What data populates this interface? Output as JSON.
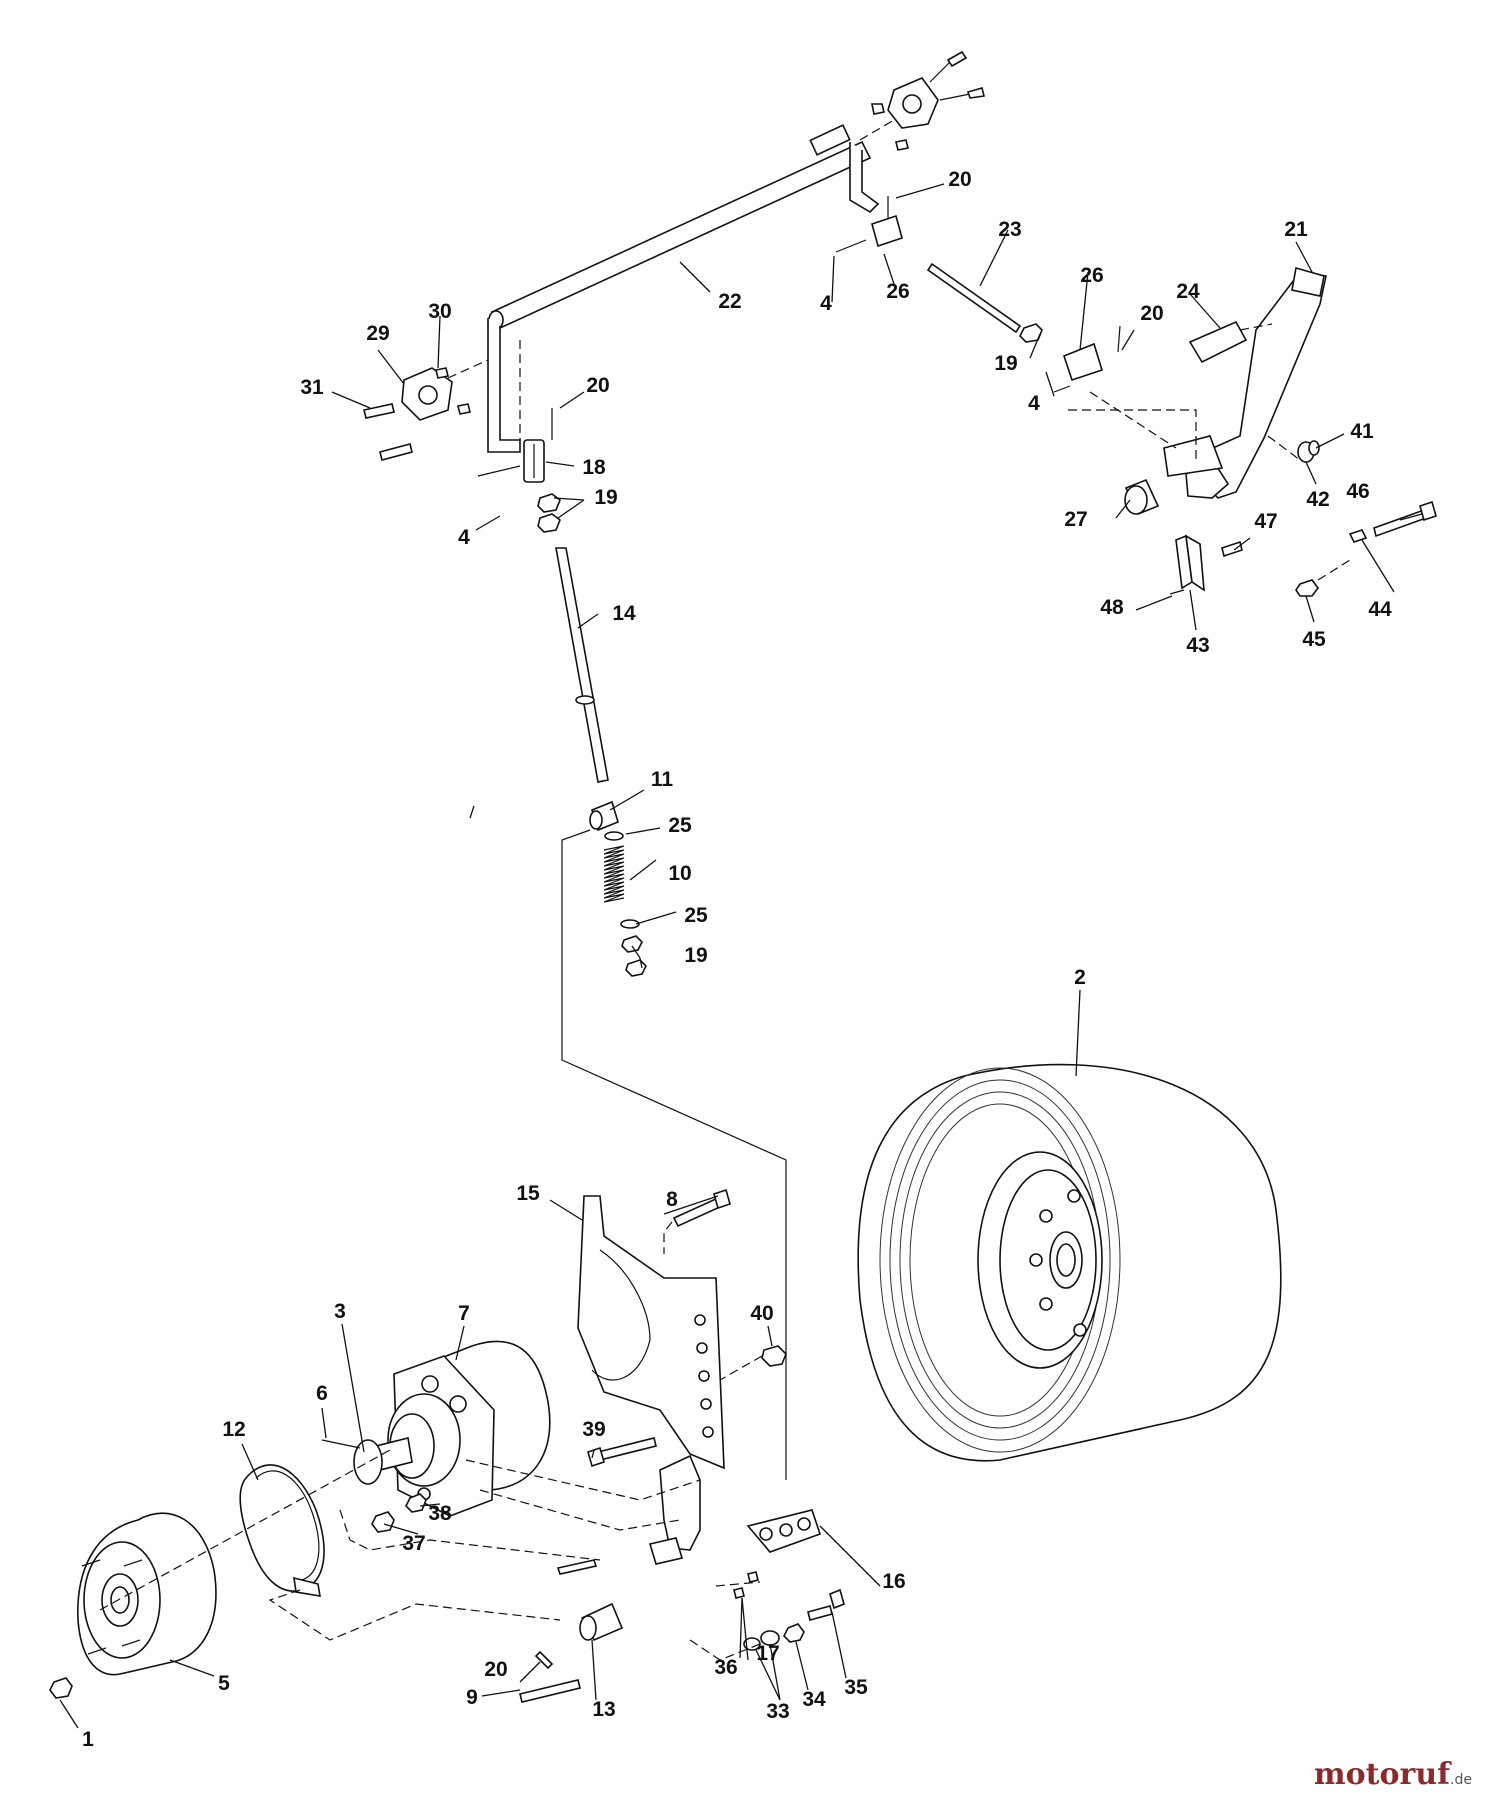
{
  "watermark": {
    "brand": "motoruf",
    "suffix": ".de"
  },
  "callouts": [
    {
      "id": "c1",
      "label": "1"
    },
    {
      "id": "c2",
      "label": "2"
    },
    {
      "id": "c3",
      "label": "3"
    },
    {
      "id": "c4a",
      "label": "4"
    },
    {
      "id": "c4b",
      "label": "4"
    },
    {
      "id": "c4c",
      "label": "4"
    },
    {
      "id": "c5",
      "label": "5"
    },
    {
      "id": "c6",
      "label": "6"
    },
    {
      "id": "c7",
      "label": "7"
    },
    {
      "id": "c8",
      "label": "8"
    },
    {
      "id": "c9",
      "label": "9"
    },
    {
      "id": "c10",
      "label": "10"
    },
    {
      "id": "c11",
      "label": "11"
    },
    {
      "id": "c12",
      "label": "12"
    },
    {
      "id": "c13",
      "label": "13"
    },
    {
      "id": "c14",
      "label": "14"
    },
    {
      "id": "c15",
      "label": "15"
    },
    {
      "id": "c16",
      "label": "16"
    },
    {
      "id": "c17",
      "label": "17"
    },
    {
      "id": "c18",
      "label": "18"
    },
    {
      "id": "c19a",
      "label": "19"
    },
    {
      "id": "c19b",
      "label": "19"
    },
    {
      "id": "c19c",
      "label": "19"
    },
    {
      "id": "c20a",
      "label": "20"
    },
    {
      "id": "c20b",
      "label": "20"
    },
    {
      "id": "c20c",
      "label": "20"
    },
    {
      "id": "c20d",
      "label": "20"
    },
    {
      "id": "c21",
      "label": "21"
    },
    {
      "id": "c22",
      "label": "22"
    },
    {
      "id": "c23",
      "label": "23"
    },
    {
      "id": "c24",
      "label": "24"
    },
    {
      "id": "c25a",
      "label": "25"
    },
    {
      "id": "c25b",
      "label": "25"
    },
    {
      "id": "c26a",
      "label": "26"
    },
    {
      "id": "c26b",
      "label": "26"
    },
    {
      "id": "c27",
      "label": "27"
    },
    {
      "id": "c29",
      "label": "29"
    },
    {
      "id": "c30",
      "label": "30"
    },
    {
      "id": "c31",
      "label": "31"
    },
    {
      "id": "c33",
      "label": "33"
    },
    {
      "id": "c34",
      "label": "34"
    },
    {
      "id": "c35",
      "label": "35"
    },
    {
      "id": "c36",
      "label": "36"
    },
    {
      "id": "c37",
      "label": "37"
    },
    {
      "id": "c38",
      "label": "38"
    },
    {
      "id": "c39",
      "label": "39"
    },
    {
      "id": "c40",
      "label": "40"
    },
    {
      "id": "c41",
      "label": "41"
    },
    {
      "id": "c42",
      "label": "42"
    },
    {
      "id": "c43",
      "label": "43"
    },
    {
      "id": "c44",
      "label": "44"
    },
    {
      "id": "c45",
      "label": "45"
    },
    {
      "id": "c46",
      "label": "46"
    },
    {
      "id": "c47",
      "label": "47"
    },
    {
      "id": "c48",
      "label": "48"
    }
  ]
}
